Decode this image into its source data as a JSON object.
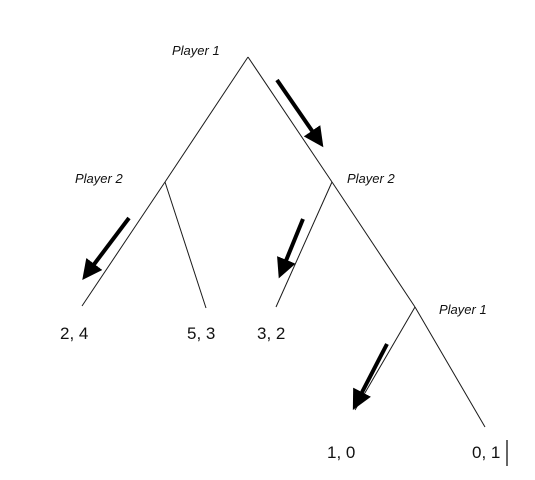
{
  "labels": {
    "root": "Player 1",
    "left_decision": "Player 2",
    "right_decision": "Player 2",
    "deep_decision": "Player 1"
  },
  "payoffs": {
    "ll": "2, 4",
    "lr": "5, 3",
    "rl": "3, 2",
    "rrl": "1, 0",
    "rrr": "0, 1"
  },
  "colors": {
    "line": "#1a1a1a",
    "arrow": "#000000",
    "text": "#111111",
    "background": "#ffffff"
  }
}
